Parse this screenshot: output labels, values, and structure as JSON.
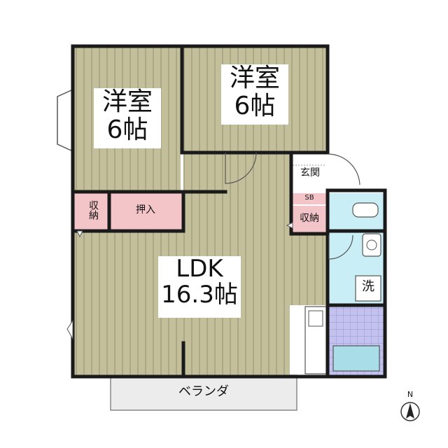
{
  "rooms": {
    "western_room_1": {
      "name": "洋室",
      "size": "6帖"
    },
    "western_room_2": {
      "name": "洋室",
      "size": "6帖"
    },
    "ldk": {
      "name": "LDK",
      "size": "16.3帖"
    }
  },
  "storage": {
    "closet_left": "収納",
    "oshiire": "押入",
    "closet_entry": "収納",
    "shoe_box": "SB"
  },
  "entrance": "玄関",
  "washer": "洗",
  "balcony": "ベランダ",
  "compass": {
    "label": "N"
  },
  "colors": {
    "floor_wood": "#c3bf9b",
    "floor_stripe": "#9e9a7c",
    "storage_pink": "#f4c5c8",
    "wet_area_cyan": "#c9eef5",
    "bath_tile_purple": "#c3c2ee",
    "bathtub": "#a9dde8",
    "balcony_gray": "#ececec",
    "wall": "#1a1a1a"
  }
}
